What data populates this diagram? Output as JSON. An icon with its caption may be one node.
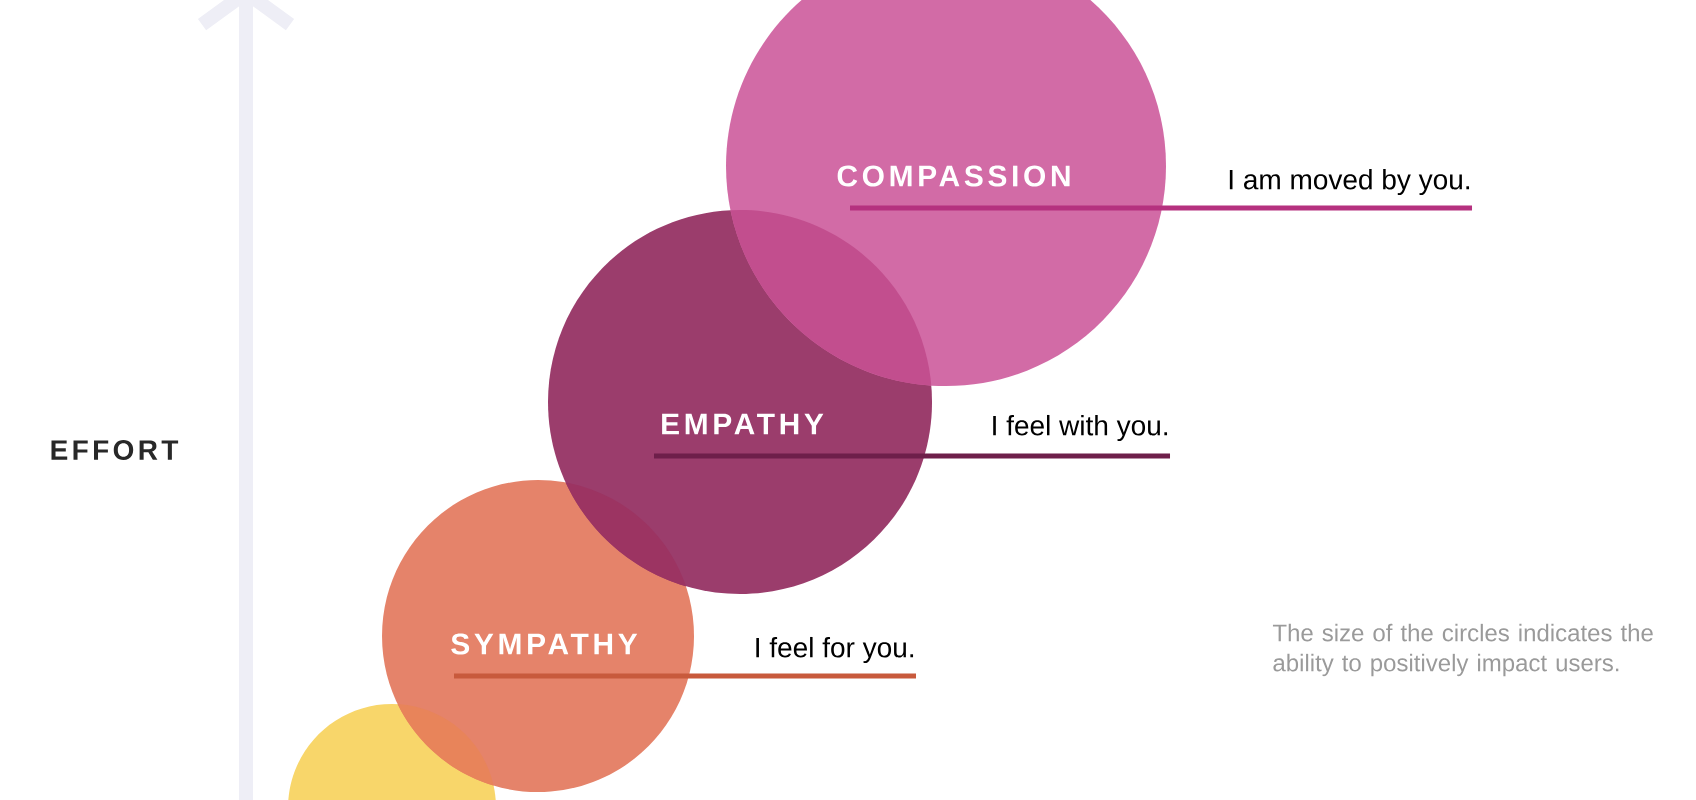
{
  "diagram": {
    "nodes": [
      {
        "text": [
          "COMPASSION"
        ],
        "beside": [
          "I am moved by you."
        ]
      },
      {
        "text": [
          "EMPATHY"
        ],
        "beside": [
          "I feel with you."
        ]
      },
      {
        "text": [
          "SYMPATHY"
        ],
        "beside": [
          "I feel for you."
        ]
      },
      {
        "text": [],
        "shape": "circle"
      }
    ],
    "labels": [
      "EFFORT",
      "The size of the circles indicates the ability to positively impact users."
    ]
  }
}
